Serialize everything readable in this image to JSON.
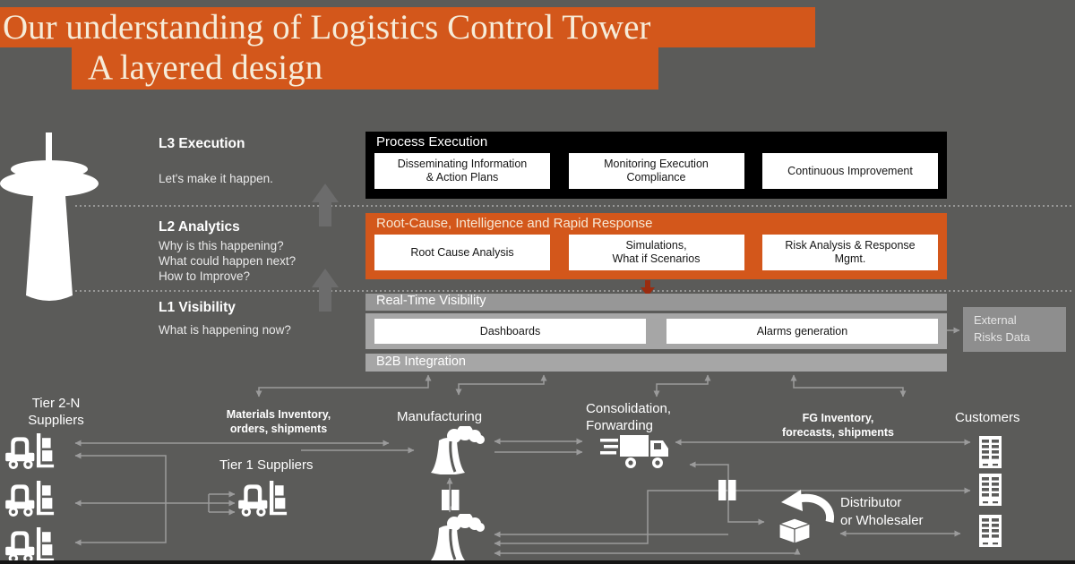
{
  "colors": {
    "background": "#5b5b59",
    "accent_orange": "#d3571b",
    "band_black": "#000000",
    "band_gray": "#9a9a9a",
    "line_gray": "#9b9b9b",
    "title_text": "#f6ecd9",
    "red_arrow": "#9a2c10",
    "icon_white": "#ffffff"
  },
  "title": {
    "line1": "Our understanding of Logistics Control Tower",
    "line2": "A layered design"
  },
  "layers": {
    "l3": {
      "label": "L3 Execution",
      "desc": "Let's make it happen."
    },
    "l2": {
      "label": "L2 Analytics",
      "desc": "Why is this happening?\nWhat could happen next?\nHow to Improve?"
    },
    "l1": {
      "label": "L1 Visibility",
      "desc": "What is happening now?"
    }
  },
  "stack": {
    "process": {
      "title": "Process Execution",
      "boxes": [
        "Disseminating Information\n& Action Plans",
        "Monitoring Execution\nCompliance",
        "Continuous Improvement"
      ]
    },
    "rootcause": {
      "title": "Root-Cause, Intelligence and Rapid Response",
      "boxes": [
        "Root Cause Analysis",
        "Simulations,\nWhat if Scenarios",
        "Risk Analysis & Response\nMgmt."
      ]
    },
    "realtime": {
      "title": "Real-Time Visibility",
      "boxes": [
        "Dashboards",
        "Alarms generation"
      ]
    },
    "b2b": {
      "title": "B2B Integration"
    },
    "external": {
      "label": "External\nRisks Data"
    }
  },
  "flow": {
    "tier2n": "Tier 2-N\nSuppliers",
    "materials": "Materials Inventory,\norders, shipments",
    "tier1": "Tier 1 Suppliers",
    "manufacturing": "Manufacturing",
    "consolidation": "Consolidation,\nForwarding",
    "fg": "FG Inventory,\nforecasts, shipments",
    "customers": "Customers",
    "distributor": "Distributor\nor Wholesaler"
  }
}
